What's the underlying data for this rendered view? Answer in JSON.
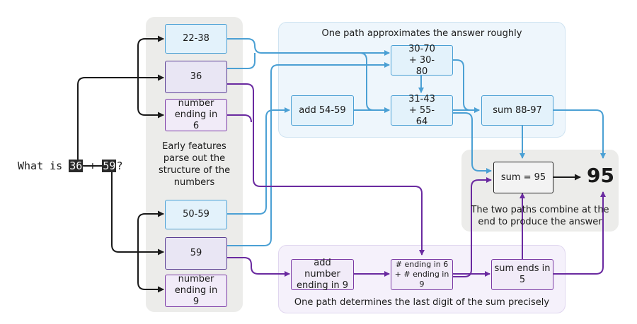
{
  "question": {
    "before": "What is ",
    "a": "36",
    "plus": " + ",
    "b": "59",
    "after": "?"
  },
  "labels": {
    "early_features": "Early features parse out the structure of the numbers",
    "top_path": "One path approximates the answer roughly",
    "bottom_path": "One path determines the last digit of the sum precisely",
    "combine": "The two paths combine at the end to produce the answer"
  },
  "nodes": {
    "n22_38": "22-38",
    "n36": "36",
    "n_end6": "number ending in 6",
    "n50_59": "50-59",
    "n59": "59",
    "n_end9": "number ending in 9",
    "n30_70": "30-70 + 30-80",
    "n_add54": "add 54-59",
    "n31_43": "31-43 + 55-64",
    "n_sum88": "sum 88-97",
    "n_sum95": "sum = 95",
    "n_add_end9": "add number ending in 9",
    "n_endings": "# ending in 6 + # ending in 9",
    "n_sum_end5": "sum ends in 5"
  },
  "answer": "95",
  "colors": {
    "blue": "#4ba0d4",
    "purple": "#6a2aa0",
    "black": "#1a1a1a"
  }
}
